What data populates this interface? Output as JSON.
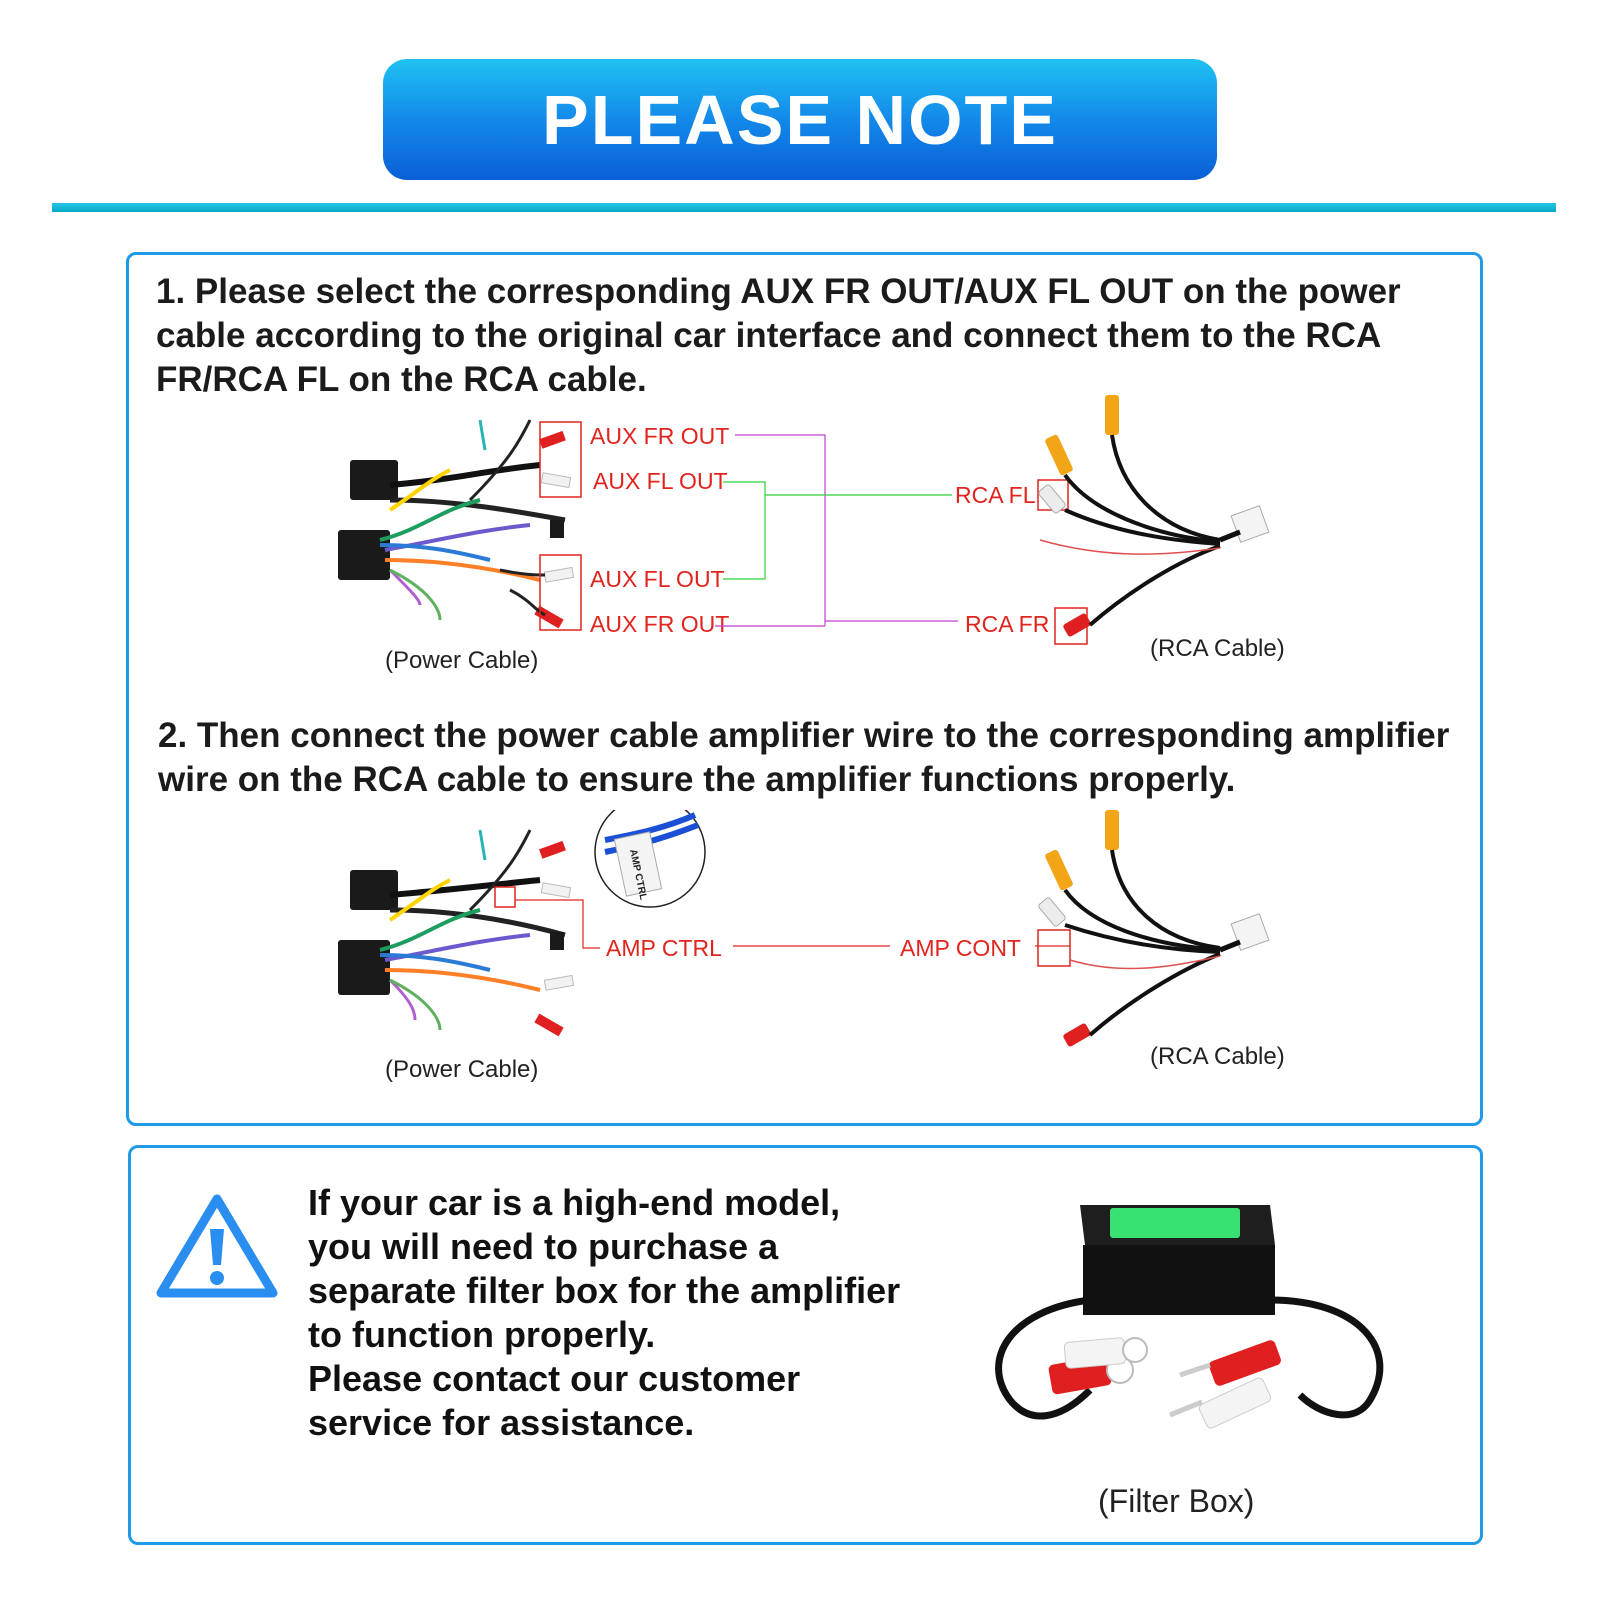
{
  "header": {
    "title": "PLEASE NOTE"
  },
  "steps": {
    "step1": "1. Please select the corresponding AUX FR OUT/AUX FL OUT on the power\ncable according to the original car interface and connect them to the RCA\nFR/RCA FL on the RCA cable.",
    "step2": "2. Then connect the power cable amplifier wire to the corresponding amplifier\nwire on the RCA cable to ensure the amplifier functions properly."
  },
  "diagram1": {
    "labels": {
      "aux_fr_out_top": "AUX FR OUT",
      "aux_fl_out_top": "AUX FL OUT",
      "aux_fl_out_bottom": "AUX FL OUT",
      "aux_fr_out_bottom": "AUX FR OUT",
      "rca_fl": "RCA FL",
      "rca_fr": "RCA FR"
    },
    "captions": {
      "power": "(Power Cable)",
      "rca": "(RCA Cable)"
    }
  },
  "diagram2": {
    "labels": {
      "amp_ctrl": "AMP CTRL",
      "amp_cont": "AMP CONT",
      "tag": "AMP CTRL"
    },
    "captions": {
      "power": "(Power Cable)",
      "rca": "(RCA Cable)"
    }
  },
  "warning": {
    "text": "If your car is a high-end model,\nyou will need to purchase a\nseparate filter box for the amplifier\nto function properly.\nPlease contact our customer\nservice for assistance.",
    "icon": "warning-triangle-icon"
  },
  "filter": {
    "caption": "(Filter Box)"
  },
  "colors": {
    "accent_blue": "#1389ea",
    "card_border": "#1e9be6",
    "label_red": "#e1241e",
    "link_green": "#2fd23a",
    "link_magenta": "#c23fcf"
  }
}
